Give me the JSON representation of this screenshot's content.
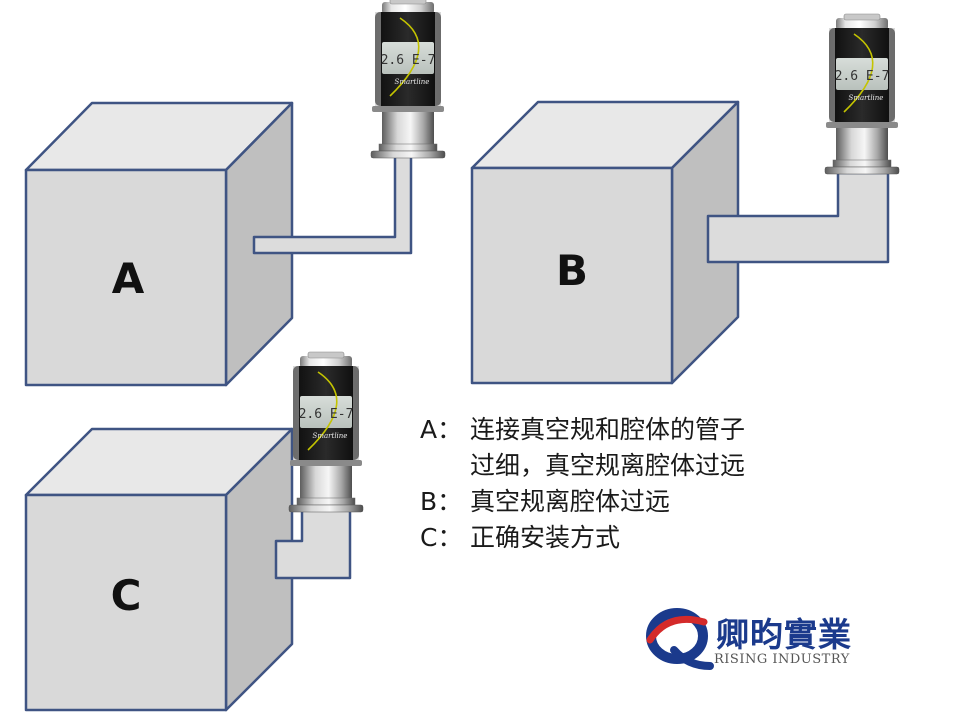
{
  "diagram": {
    "cubes": [
      {
        "id": "A",
        "label": "A"
      },
      {
        "id": "B",
        "label": "B"
      },
      {
        "id": "C",
        "label": "C"
      }
    ],
    "gauge": {
      "readout": "2.6 E-7",
      "brand": "Smartline"
    }
  },
  "notes": {
    "a_key": "A：",
    "a_line1": "连接真空规和腔体的管子",
    "a_line2": "过细，真空规离腔体过远",
    "b_key": "B：",
    "b_text": "真空规离腔体过远",
    "c_key": "C：",
    "c_text": "正确安装方式"
  },
  "logo": {
    "chinese_name": "卿昀實業",
    "english_name": "RISING INDUSTRY",
    "colors": {
      "blue": "#1b3a8c",
      "red": "#d42a2a"
    }
  },
  "colors": {
    "cube_front": "#d9d9d9",
    "cube_top": "#e8e8e8",
    "cube_side": "#bfbfbf",
    "cube_edge": "#3f5483",
    "pipe_fill": "#dcdcdc",
    "pipe_edge": "#3f5483"
  }
}
